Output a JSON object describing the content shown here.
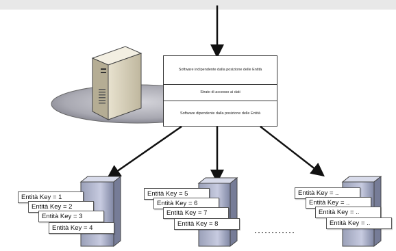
{
  "layers": [
    "Software indipendente dalla posizione delle Entità",
    "Strato di accesso ai dati",
    "Software dipendente dalla posizione delle Entità"
  ],
  "groups": [
    {
      "cards": [
        "Entità Key = 1",
        "Entità Key = 2",
        "Entità Key = 3",
        "Entità Key = 4"
      ]
    },
    {
      "cards": [
        "Entità Key = 5",
        "Entità Key = 6",
        "Entità Key = 7",
        "Entità Key = 8"
      ]
    },
    {
      "cards": [
        "Entità Key = ..",
        "Entità Key = ..",
        "Entità Key = ..",
        "Entità Key = .."
      ]
    }
  ]
}
